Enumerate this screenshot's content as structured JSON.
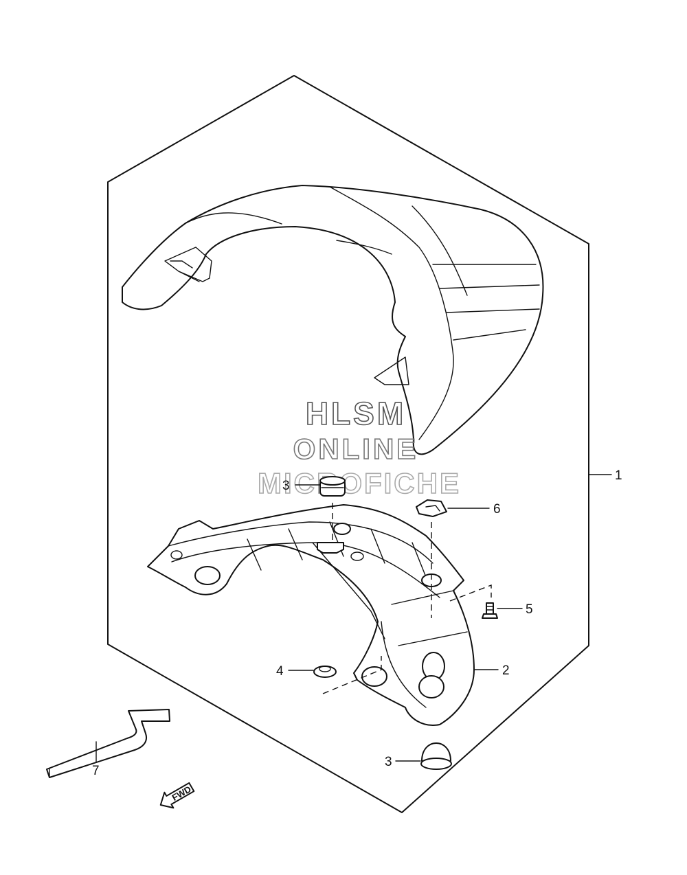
{
  "watermark": {
    "line1": "HLSM",
    "line2": "ONLINE",
    "line3": "MICROFICHE"
  },
  "direction_label": "FWD",
  "callouts": {
    "part1": "1",
    "part2": "2",
    "part3_top": "3",
    "part3_bottom": "3",
    "part4": "4",
    "part5": "5",
    "part6": "6",
    "part7": "7"
  },
  "colors": {
    "line": "#111111",
    "watermark_dark": "#555555",
    "watermark_mid": "#777777",
    "watermark_light": "#aaaaaa"
  }
}
